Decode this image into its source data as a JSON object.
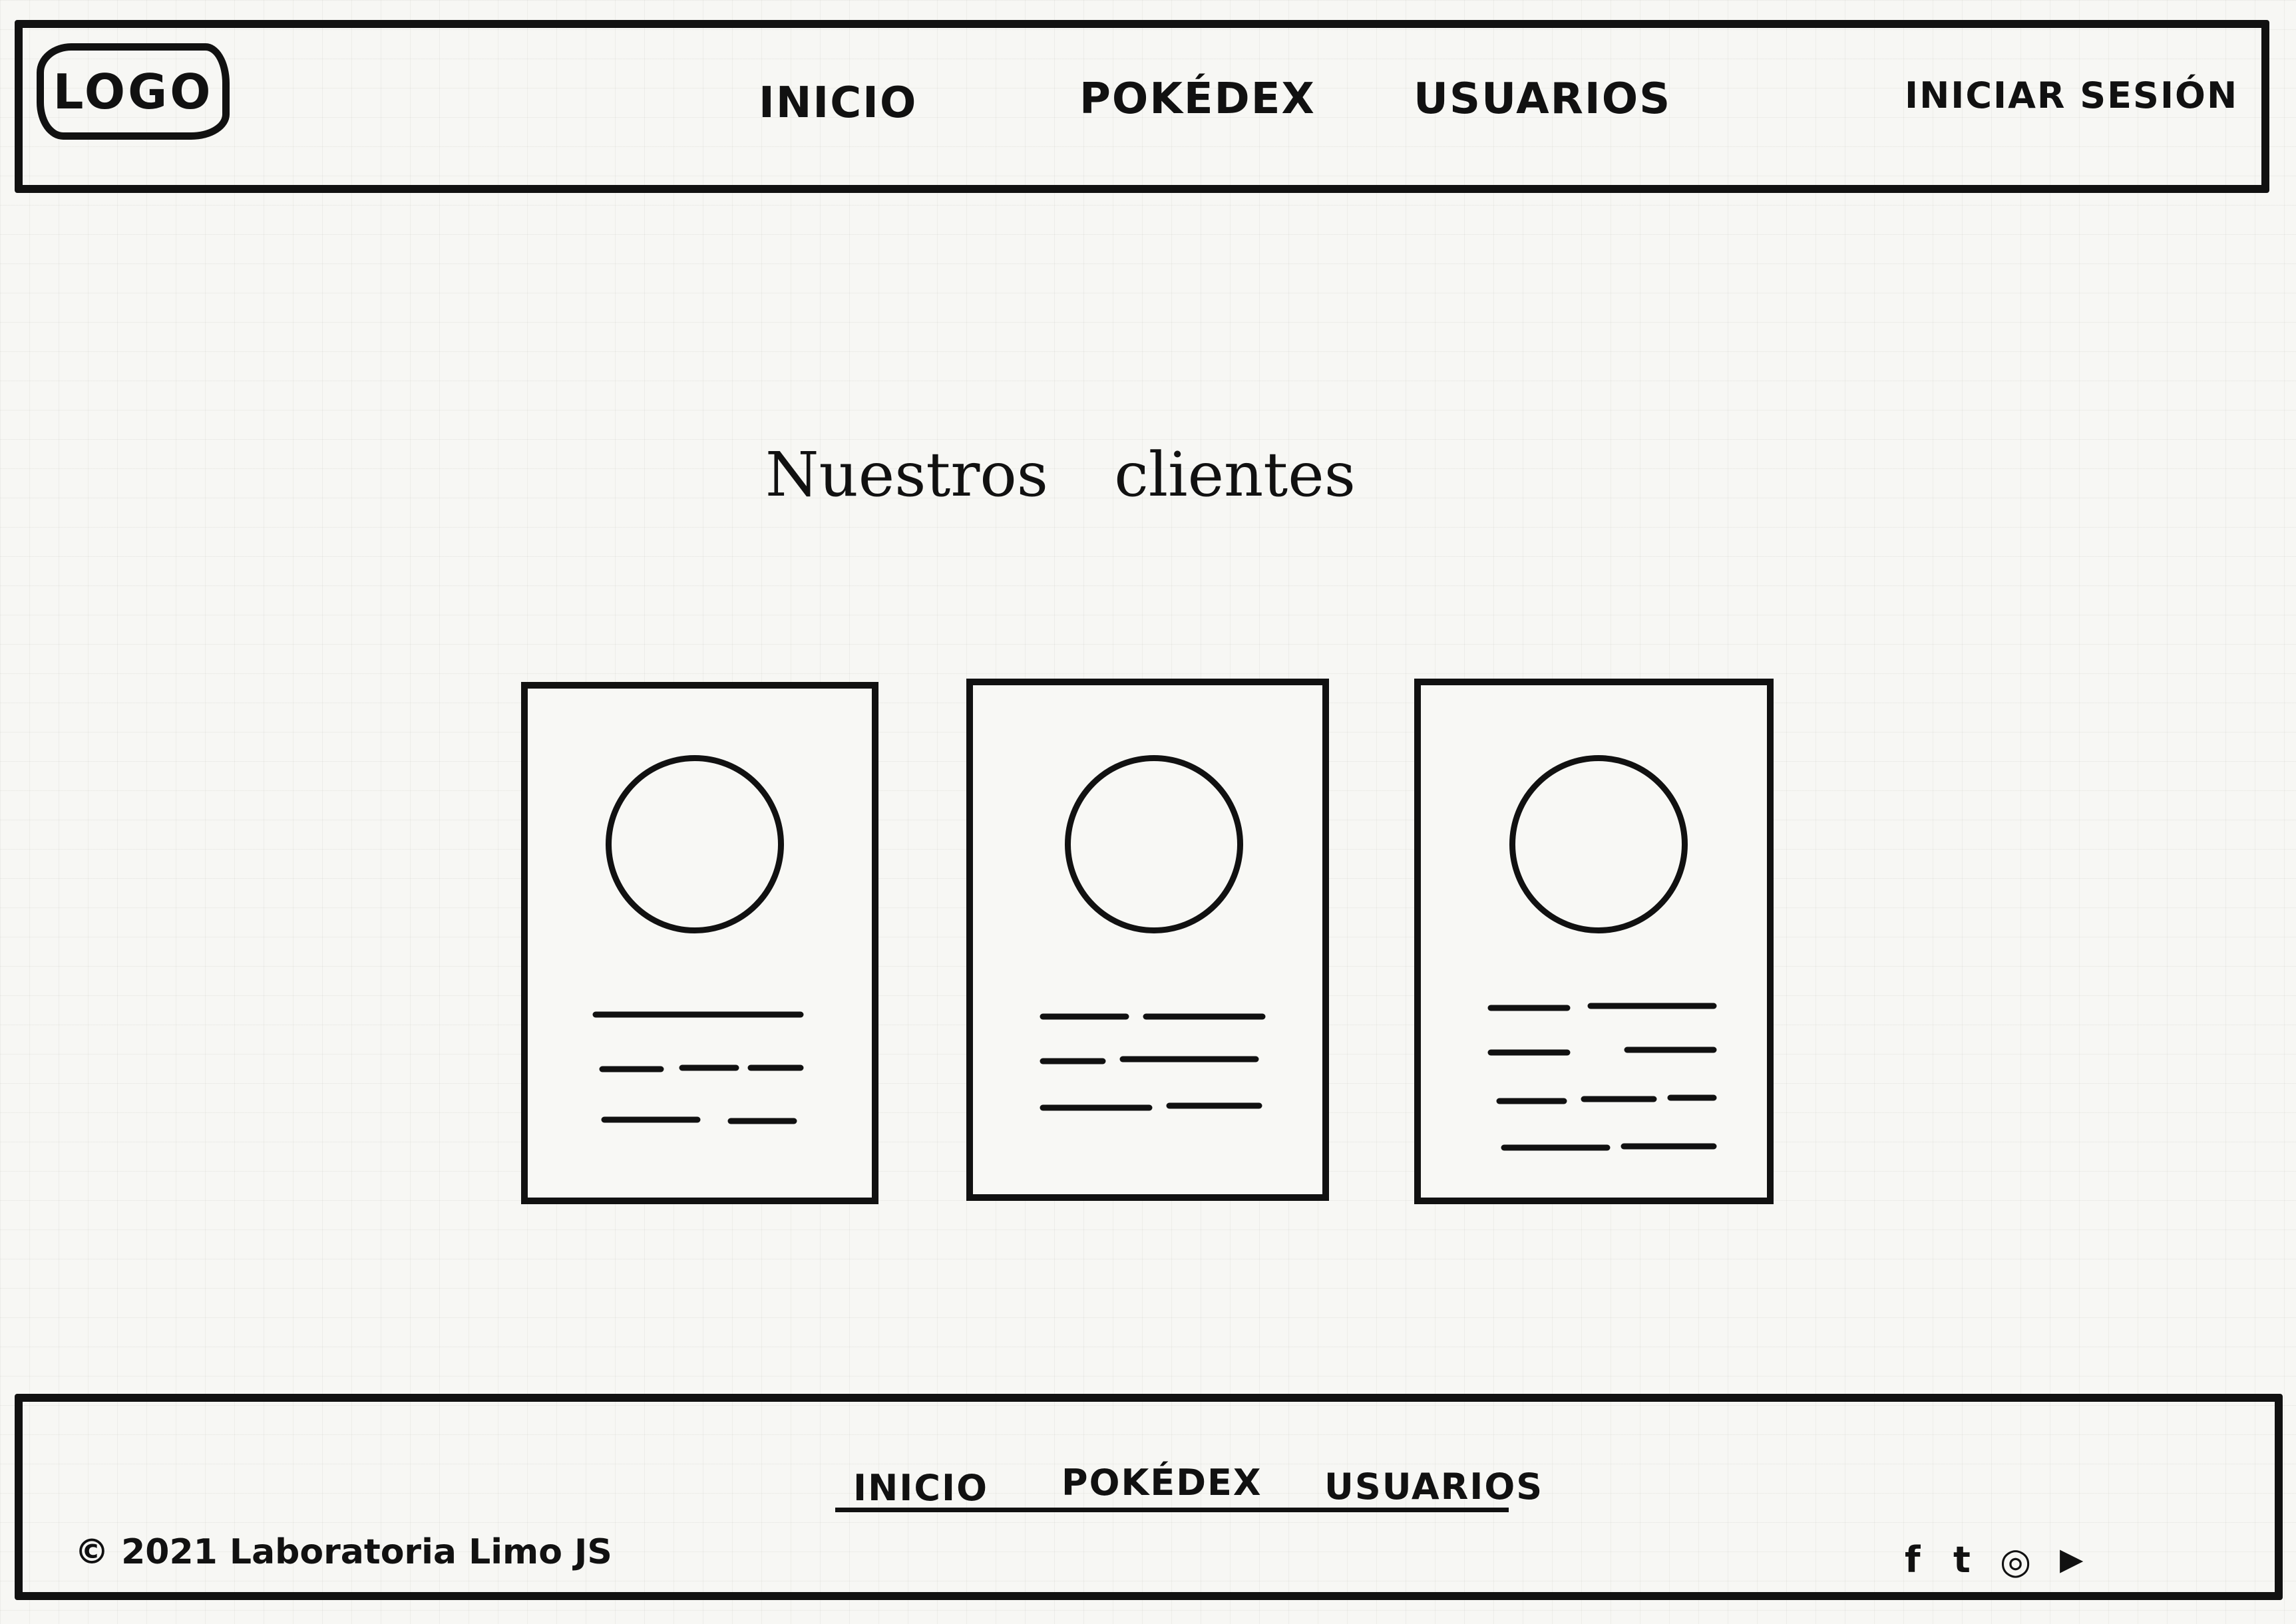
{
  "header": {
    "logo": "LOGO",
    "nav": [
      "INICIO",
      "POKÉDEX",
      "USUARIOS"
    ],
    "login": "INICIAR SESIÓN"
  },
  "main": {
    "title": "Nuestros clientes",
    "cards": [
      {
        "text_lines": 3
      },
      {
        "text_lines": 3
      },
      {
        "text_lines": 4
      }
    ]
  },
  "footer": {
    "nav": [
      "INICIO",
      "POKÉDEX",
      "USUARIOS"
    ],
    "copyright": "© 2021 Laboratoria Limo JS",
    "social_icons": [
      "facebook-icon",
      "twitter-icon",
      "instagram-icon",
      "youtube-icon"
    ],
    "social_glyphs": [
      "f",
      "t",
      "◎",
      "▶"
    ]
  }
}
